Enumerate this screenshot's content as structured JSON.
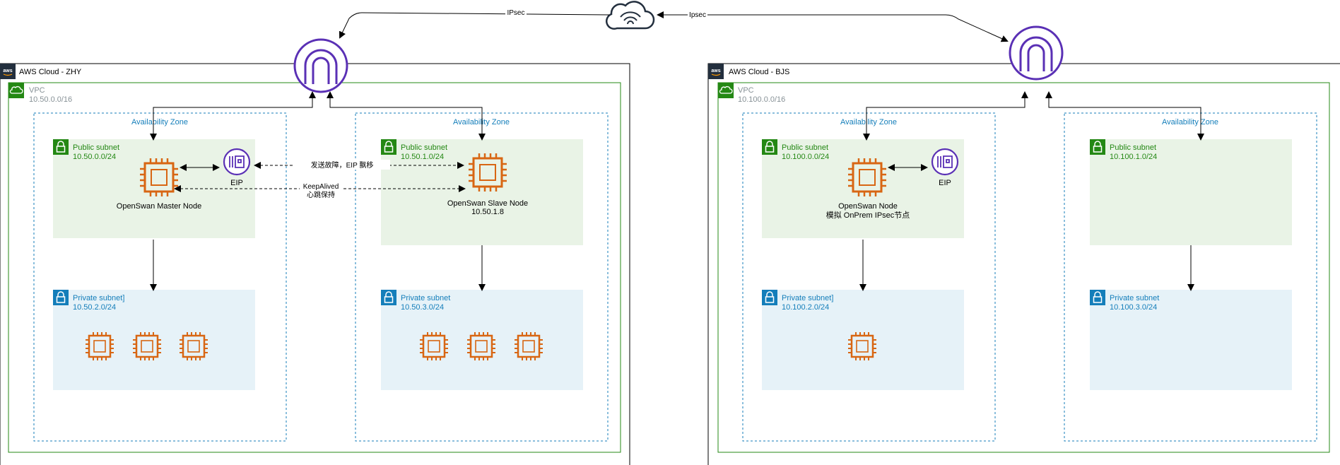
{
  "colors": {
    "cloud_border": "#000000",
    "vpc_border": "#248814",
    "az_border": "#147eba",
    "public_fill": "#e9f3e6",
    "private_fill": "#e6f2f8",
    "ec2": "#d86613",
    "gateway": "#5a30b5",
    "public_icon": "#248814",
    "private_icon": "#147eba"
  },
  "edges": {
    "ipsec_left": "IPsec",
    "ipsec_right": "Ipsec",
    "failover_label": "发送故障，EIP 飘移",
    "keepalived_line1": "KeepAlived",
    "keepalived_line2": "心跳保持"
  },
  "icons": {
    "internet": "internet-cloud-icon",
    "gateway": "vpn-gateway-icon",
    "instance": "ec2-instance-icon",
    "eip": "elastic-ip-icon",
    "lock": "lock-icon"
  },
  "left": {
    "cloud_title": "AWS Cloud - ZHY",
    "vpc_label": "VPC",
    "vpc_cidr": "10.50.0.0/16",
    "az1": {
      "label": "Availability Zone",
      "public_label": "Public subnet",
      "public_cidr": "10.50.0.0/24",
      "node_label": "OpenSwan Master Node",
      "eip_label": "EIP",
      "private_label": "Private subnet]",
      "private_cidr": "10.50.2.0/24"
    },
    "az2": {
      "label": "Availability Zone",
      "public_label": "Public subnet",
      "public_cidr": "10.50.1.0/24",
      "node_label": "OpenSwan Slave Node",
      "node_ip": "10.50.1.8",
      "private_label": "Private subnet",
      "private_cidr": "10.50.3.0/24"
    }
  },
  "right": {
    "cloud_title": "AWS Cloud - BJS",
    "vpc_label": "VPC",
    "vpc_cidr": "10.100.0.0/16",
    "az1": {
      "label": "Availability Zone",
      "public_label": "Public subnet",
      "public_cidr": "10.100.0.0/24",
      "node_label": "OpenSwan Node",
      "node_sublabel": "模拟 OnPrem IPsec节点",
      "eip_label": "EIP",
      "private_label": "Private subnet]",
      "private_cidr": "10.100.2.0/24"
    },
    "az2": {
      "label": "Availability Zone",
      "public_label": "Public subnet",
      "public_cidr": "10.100.1.0/24",
      "private_label": "Private subnet",
      "private_cidr": "10.100.3.0/24"
    }
  }
}
